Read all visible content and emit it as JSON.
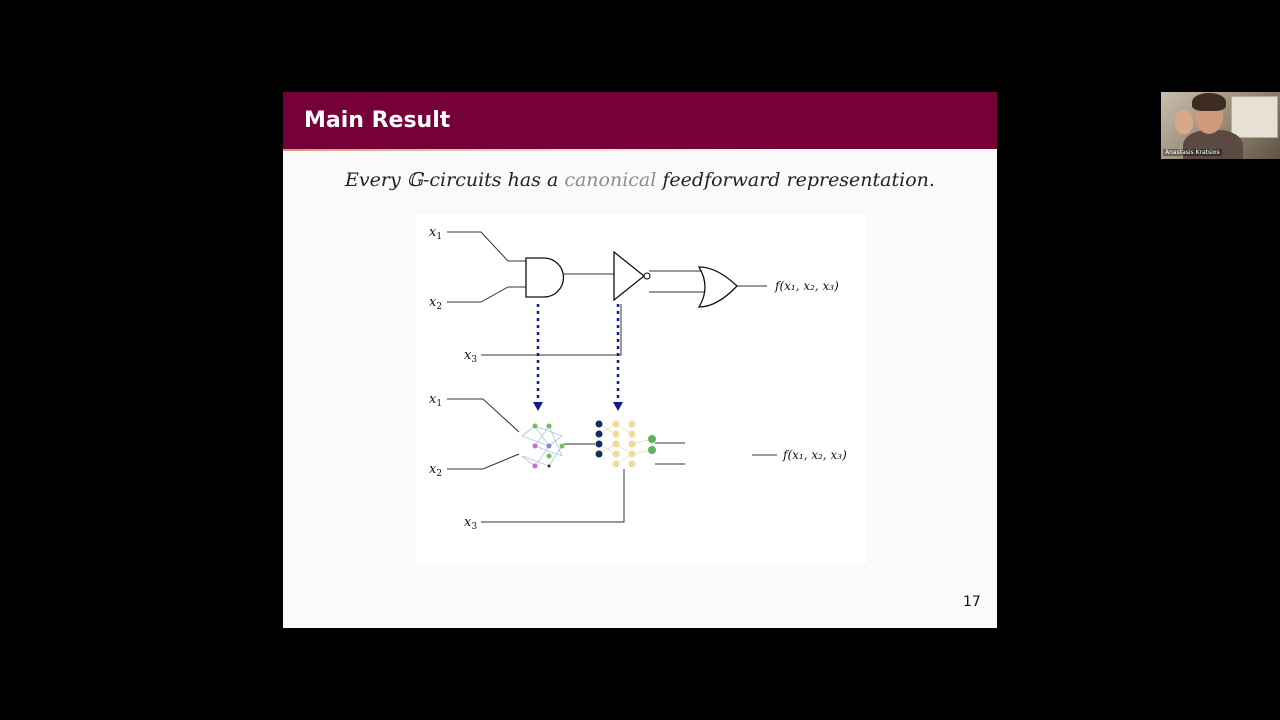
{
  "slide": {
    "title": "Main Result",
    "subtitle_before": "Every ",
    "subtitle_symbol": "𝔾",
    "subtitle_mid": "-circuits has a ",
    "subtitle_highlight": "canonical",
    "subtitle_after": " feedforward representation.",
    "page_number": "17"
  },
  "figure": {
    "top": {
      "x1": "x",
      "x1_sub": "1",
      "x2": "x",
      "x2_sub": "2",
      "x3": "x",
      "x3_sub": "3",
      "output": "f(x₁, x₂, x₃)"
    },
    "bottom": {
      "x1": "x",
      "x1_sub": "1",
      "x2": "x",
      "x2_sub": "2",
      "x3": "x",
      "x3_sub": "3",
      "output": "f(x₁, x₂, x₃)"
    }
  },
  "participant": {
    "name": "Anastasis Kratsios"
  },
  "colors": {
    "header": "#75003a",
    "arrow": "#0b1f8f",
    "highlight": "#8c8c8c"
  }
}
